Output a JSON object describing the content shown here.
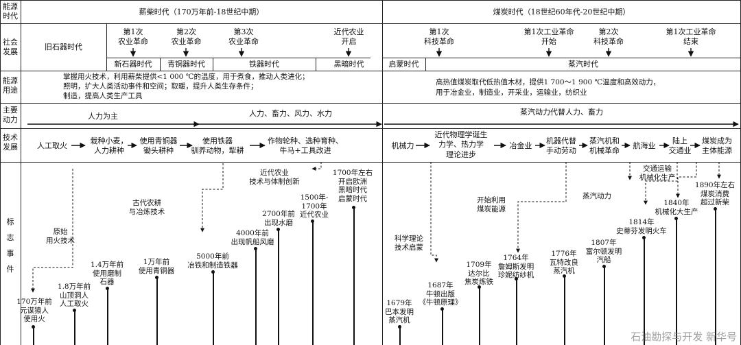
{
  "rows": {
    "energy_era": "能源\n时代",
    "social": "社会\n发展",
    "usage": "能源\n用途",
    "power": "主要\n动力",
    "tech": "技术\n发展",
    "events": "标\n\n志\n\n事\n\n件"
  },
  "eras": {
    "firewood": "薪柴时代（170万年前-18世纪中期）",
    "coal": "煤炭时代（18世纪60年代-20世纪中期）"
  },
  "social": {
    "paleolithic": "旧石器时代",
    "rev1_ag": "第1次\n农业革命",
    "rev2_ag": "第2次\n农业革命",
    "rev3_ag": "第3次\n农业革命",
    "modern_ag": "近代农业\n开启",
    "neolithic": "新石器时代",
    "bronze": "青铜器时代",
    "iron": "铁器时代",
    "dark": "黑暗时代",
    "rev1_sci": "第1次\n科技革命",
    "rev1_ind_start": "第1次工业革命\n开始",
    "rev2_sci": "第2次\n科技革命",
    "rev1_ind_end": "第1次工业革命\n结束",
    "enlightenment": "启蒙时代",
    "steam": "蒸汽时代"
  },
  "usage": {
    "left": "掌握用火技术，利用薪柴提供<1 000 ℃的温度，用于煮食，推动人类进化；\n照明，扩大人类活动事件和空间；取暖，提升人类生存条件；\n制造，提高人类生产工具",
    "right": "高热值煤炭取代低热值木材，提供1 700～1 900 ℃温度和高效动力，\n用于冶金业，制造业，开采业，运输业，纺织业"
  },
  "power": {
    "human": "人力为主",
    "mixed": "人力、畜力、风力、水力",
    "steam": "蒸汽动力代替人力、畜力"
  },
  "tech": {
    "t1": "人工取火",
    "t2": "栽种小麦，\n人力耕种",
    "t3": "使用青铜器\n锄头耕种",
    "t4": "使用铁器\n驯养动物，犁耕",
    "t5": "作物轮种、选种育种、\n牛马+工具改进",
    "t6": "机械力",
    "t7": "近代物理学诞生\n力学、热力学\n理论进步",
    "t8": "冶金业",
    "t9": "机器代替\n手动劳动",
    "t10": "蒸汽机和\n机械革命",
    "t11": "航海业",
    "t12": "陆上\n交通业",
    "t13": "煤炭成为\n主体能源"
  },
  "events": {
    "l_primitive": "原始\n用火技术",
    "l_ancient": "古代农耕\n与冶炼技术",
    "l_modern_ag": "近代农业\n技术与体制创新",
    "l_sci": "科学理论\n技术启蒙",
    "l_coal": "开始利用\n煤炭能源",
    "l_steam": "蒸汽动力",
    "l_transport": "交通运输\n机械化生产",
    "e1": "170万年前\n元谋猿人\n使用火",
    "e2": "1.8万年前\n山顶洞人\n人工取火",
    "e3": "1.4万年前\n使用磨制\n石器",
    "e4": "1万年前\n使用青铜器",
    "e5": "5000年前\n冶铁和制造铁器",
    "e6": "4000年前\n出现帆船风磨",
    "e7": "2700年前\n出现水磨",
    "e8": "1500年-\n1700年\n近代农业",
    "e9": "1700年左右\n开启欧洲\n黑暗时代\n启蒙时代",
    "e10": "1679年\n巴本发明\n蒸汽机",
    "e11": "1687年\n牛顿出版\n《牛顿原理》",
    "e12": "1709年\n达尔比\n焦炭炼铁",
    "e13": "1764年\n詹姆斯发明\n珍妮纺纱机",
    "e14": "1776年\n瓦特改良\n蒸汽机",
    "e15": "1807年\n富尔顿发明\n汽船",
    "e16": "1814年\n史蒂芬发明火车",
    "e17": "1840年\n机械化大生产",
    "e18": "1890年左右\n煤炭消费\n超过新柴"
  },
  "watermark": "石油勘探与开发 新华号"
}
